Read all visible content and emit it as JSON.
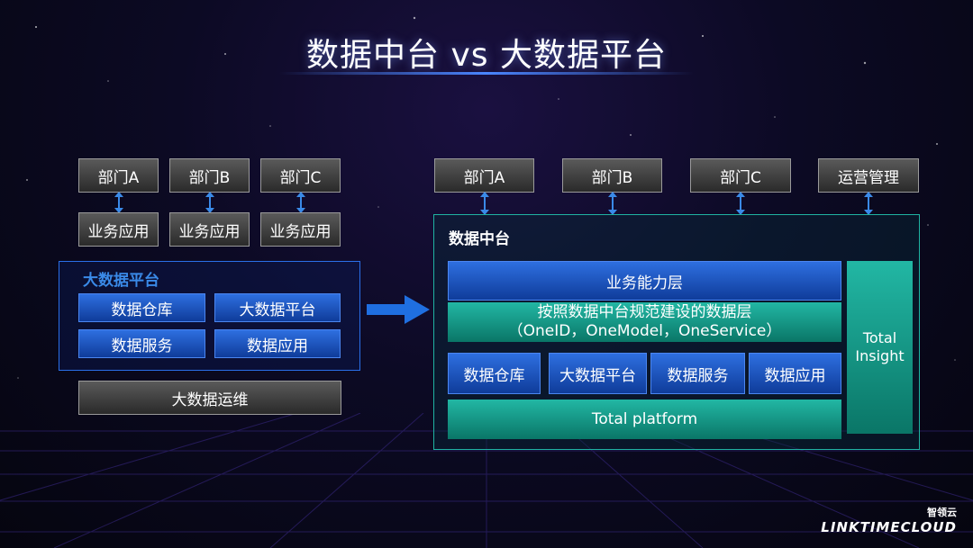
{
  "title": "数据中台  vs 大数据平台",
  "left": {
    "departments": [
      "部门A",
      "部门B",
      "部门C"
    ],
    "apps": [
      "业务应用",
      "业务应用",
      "业务应用"
    ],
    "platform_title": "大数据平台",
    "platform_items": [
      "数据仓库",
      "大数据平台",
      "数据服务",
      "数据应用"
    ],
    "ops": "大数据运维"
  },
  "right": {
    "departments": [
      "部门A",
      "部门B",
      "部门C",
      "运营管理"
    ],
    "middle_title": "数据中台",
    "business_layer": "业务能力层",
    "data_layer_line1": "按照数据中台规范建设的数据层",
    "data_layer_line2": "（OneID，OneModel，OneService）",
    "components": [
      "数据仓库",
      "大数据平台",
      "数据服务",
      "数据应用"
    ],
    "total_platform": "Total platform",
    "total_insight_line1": "Total",
    "total_insight_line2": "Insight"
  },
  "logo": {
    "cn": "智领云",
    "en": "LINKTIMECLOUD"
  },
  "colors": {
    "blue": "#1f5fd0",
    "teal": "#13a08e",
    "gray": "#3d3d3d",
    "accent": "#3a8ae8"
  }
}
